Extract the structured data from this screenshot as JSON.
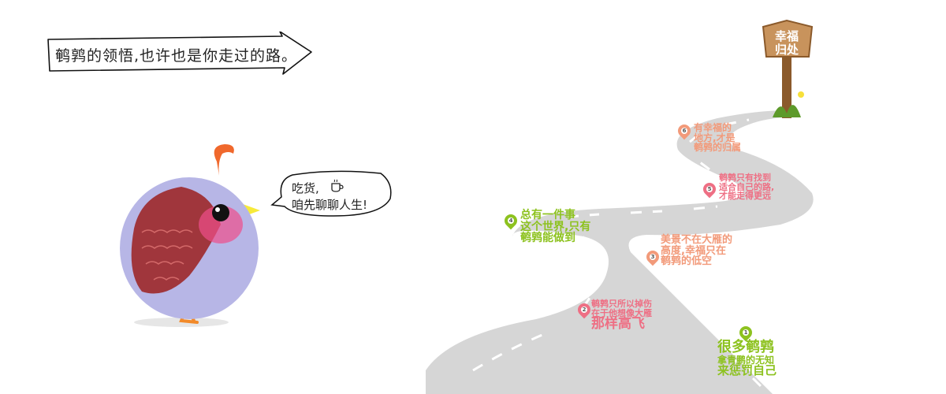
{
  "banner": {
    "text": "鹌鹑的领悟,也许也是你走过的路。"
  },
  "bubble": {
    "line1": "吃货,",
    "line2": "咱先聊聊人生!"
  },
  "sign": {
    "line1": "幸福",
    "line2": "归处"
  },
  "stops": [
    {
      "num": "1",
      "lines": [
        "很多鹌鹑",
        "拿青鹏的无知",
        "来惩罚自己"
      ],
      "color": "#8dc21f"
    },
    {
      "num": "2",
      "lines": [
        "鹌鹑只所以掉伤",
        "在于他想像大雁",
        "那样高飞"
      ],
      "color": "#ee6f84"
    },
    {
      "num": "3",
      "lines": [
        "美景不在大雁的",
        "高度,幸福只在",
        "鹌鹑的低空"
      ],
      "color": "#f29a7a"
    },
    {
      "num": "4",
      "lines": [
        "总有一件事",
        "这个世界,只有",
        "鹌鹑能做到"
      ],
      "color": "#8dc21f"
    },
    {
      "num": "5",
      "lines": [
        "鹌鹑只有找到",
        "适合自己的路,",
        "才能走得更远"
      ],
      "color": "#ee6f84"
    },
    {
      "num": "6",
      "lines": [
        "有幸福的",
        "地方,才是",
        "鹌鹑的归属"
      ],
      "color": "#f29a7a"
    }
  ],
  "colors": {
    "road": "#d6d6d6",
    "green": "#8dc21f",
    "pink": "#ee6f84",
    "orange": "#f29a7a",
    "wood": "#c8935c",
    "bird_body": "#b7b6e6",
    "bird_wing": "#a0363c"
  },
  "icons": [
    "arrow-banner",
    "speech-bubble",
    "coffee-cup-icon",
    "quail-bird",
    "wooden-signpost",
    "location-pin-icon"
  ]
}
